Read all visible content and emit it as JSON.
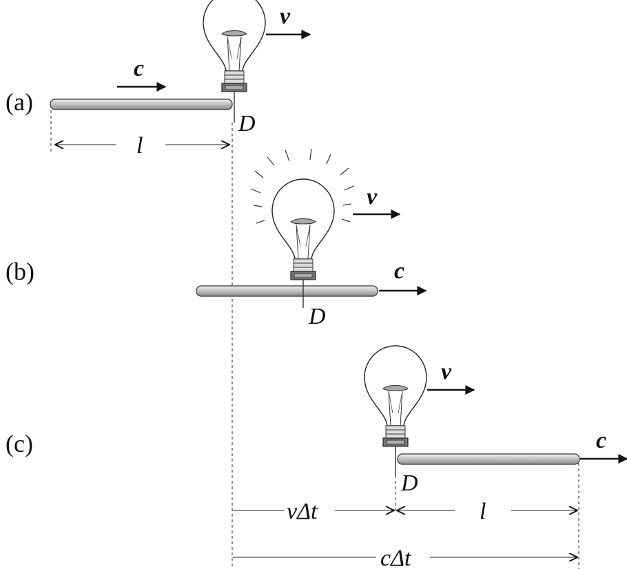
{
  "panels": {
    "a": {
      "label": "(a)",
      "velocity_bulb": "v",
      "velocity_rod": "c",
      "detector": "D",
      "length": "l"
    },
    "b": {
      "label": "(b)",
      "velocity_bulb": "v",
      "velocity_rod": "c",
      "detector": "D"
    },
    "c": {
      "label": "(c)",
      "velocity_bulb": "v",
      "velocity_rod": "c",
      "detector": "D"
    }
  },
  "dimensions": {
    "bulb_travel": "vΔt",
    "rod_length": "l",
    "rod_travel": "cΔt"
  },
  "icons": [
    "light-bulb-icon",
    "glowing-light-bulb-icon"
  ]
}
